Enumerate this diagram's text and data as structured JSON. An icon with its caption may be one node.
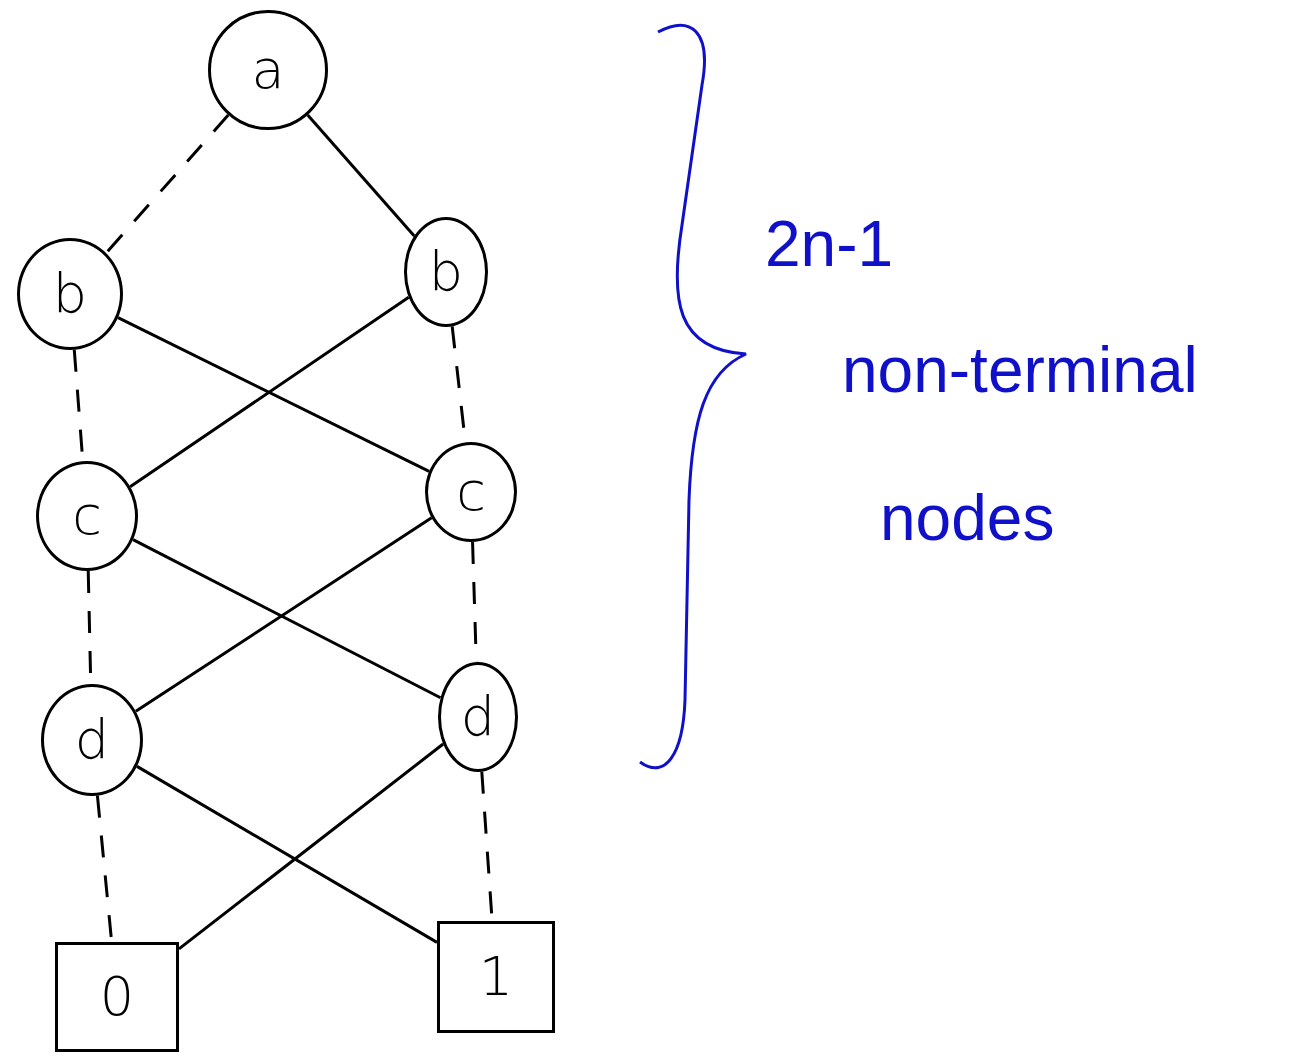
{
  "diagram": {
    "nodes": [
      {
        "text": [
          "a"
        ]
      },
      {
        "text": [
          "b"
        ]
      },
      {
        "text": [
          "b"
        ]
      },
      {
        "text": [
          "c"
        ]
      },
      {
        "text": [
          "c"
        ]
      },
      {
        "text": [
          "d"
        ]
      },
      {
        "text": [
          "d"
        ]
      },
      {
        "text": [
          "0"
        ]
      },
      {
        "text": [
          "1"
        ]
      }
    ],
    "edges": [
      {
        "from": 0,
        "to": 1,
        "arrow": "none",
        "style": "dashed"
      },
      {
        "from": 0,
        "to": 2,
        "arrow": "none"
      },
      {
        "from": 1,
        "to": 3,
        "arrow": "none",
        "style": "dashed"
      },
      {
        "from": 1,
        "to": 4,
        "arrow": "none"
      },
      {
        "from": 2,
        "to": 3,
        "arrow": "none"
      },
      {
        "from": 2,
        "to": 4,
        "arrow": "none",
        "style": "dashed"
      },
      {
        "from": 3,
        "to": 5,
        "arrow": "none",
        "style": "dashed"
      },
      {
        "from": 3,
        "to": 6,
        "arrow": "none"
      },
      {
        "from": 4,
        "to": 5,
        "arrow": "none"
      },
      {
        "from": 4,
        "to": 6,
        "arrow": "none",
        "style": "dashed"
      },
      {
        "from": 5,
        "to": 7,
        "arrow": "none",
        "style": "dashed"
      },
      {
        "from": 5,
        "to": 8,
        "arrow": "none"
      },
      {
        "from": 6,
        "to": 7,
        "arrow": "none"
      },
      {
        "from": 6,
        "to": 8,
        "arrow": "none",
        "style": "dashed"
      }
    ],
    "labels": [
      "2n-1",
      "non-terminal",
      "nodes"
    ]
  }
}
